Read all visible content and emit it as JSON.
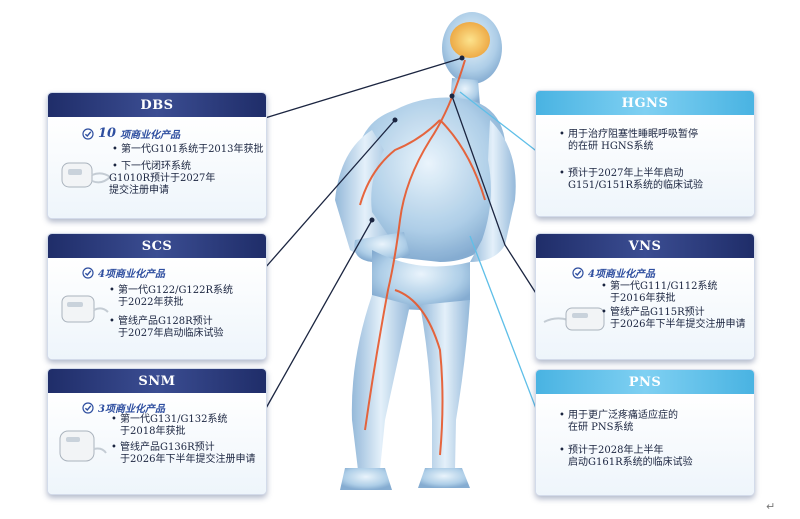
{
  "dbs": {
    "title": "DBS",
    "subtitle_num": "10",
    "subtitle_text": "项商业化产品",
    "bullet1_l1": "第一代G101系统于2013年获批",
    "bullet2_l1": "下一代闭环系统",
    "bullet2_l2": "G1010R预计于2027年",
    "bullet2_l3": "提交注册申请"
  },
  "scs": {
    "title": "SCS",
    "subtitle": "4项商业化产品",
    "bullet1_l1": "第一代G122/G122R系统",
    "bullet1_l2": "于2022年获批",
    "bullet2_l1": "管线产品G128R预计",
    "bullet2_l2": "于2027年启动临床试验"
  },
  "snm": {
    "title": "SNM",
    "subtitle": "3项商业化产品",
    "bullet1_l1": "第一代G131/G132系统",
    "bullet1_l2": "于2018年获批",
    "bullet2_l1": "管线产品G136R预计",
    "bullet2_l2": "于2026年下半年提交注册申请"
  },
  "hgns": {
    "title": "HGNS",
    "bullet1_l1": "用于治疗阻塞性睡眠呼吸暂停",
    "bullet1_l2": "的在研 HGNS系统",
    "bullet2_l1": "预计于2027年上半年启动",
    "bullet2_l2": "G151/G151R系统的临床试验"
  },
  "vns": {
    "title": "VNS",
    "subtitle": "4项商业化产品",
    "bullet1_l1": "第一代G111/G112系统",
    "bullet1_l2": "于2016年获批",
    "bullet2_l1": "管线产品G115R预计",
    "bullet2_l2": "于2026年下半年提交注册申请"
  },
  "pns": {
    "title": "PNS",
    "bullet1_l1": "用于更广泛疼痛适应症的",
    "bullet1_l2": "在研 PNS系统",
    "bullet2_l1": "预计于2028年上半年",
    "bullet2_l2": "启动G161R系统的临床试验"
  },
  "colors": {
    "dark_header": "#1f2d69",
    "light_header": "#49b3e2",
    "subtitle": "#2f4fa0"
  },
  "marks": {
    "return": "↵"
  }
}
